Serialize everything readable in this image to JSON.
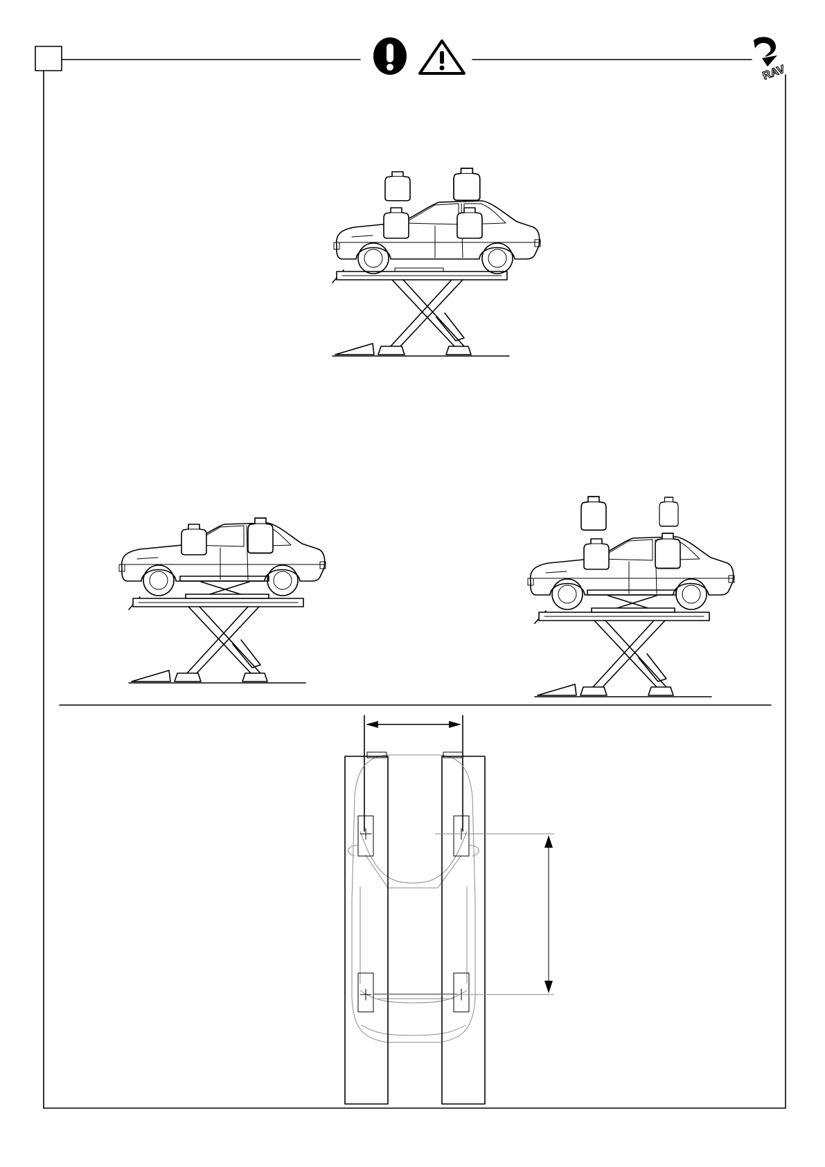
{
  "header": {
    "section_box": "",
    "icons": [
      "exclamation-circle-icon",
      "warning-triangle-icon"
    ],
    "logo_text": "RAV"
  },
  "colors": {
    "ink": "#000000",
    "paper": "#ffffff",
    "guide_line": "#8a8a8a"
  },
  "figures": [
    {
      "id": "top-center",
      "weights": 4
    },
    {
      "id": "middle-left",
      "weights": 2
    },
    {
      "id": "middle-right",
      "weights": 4
    },
    {
      "id": "plan-view",
      "load_points": 4
    }
  ]
}
